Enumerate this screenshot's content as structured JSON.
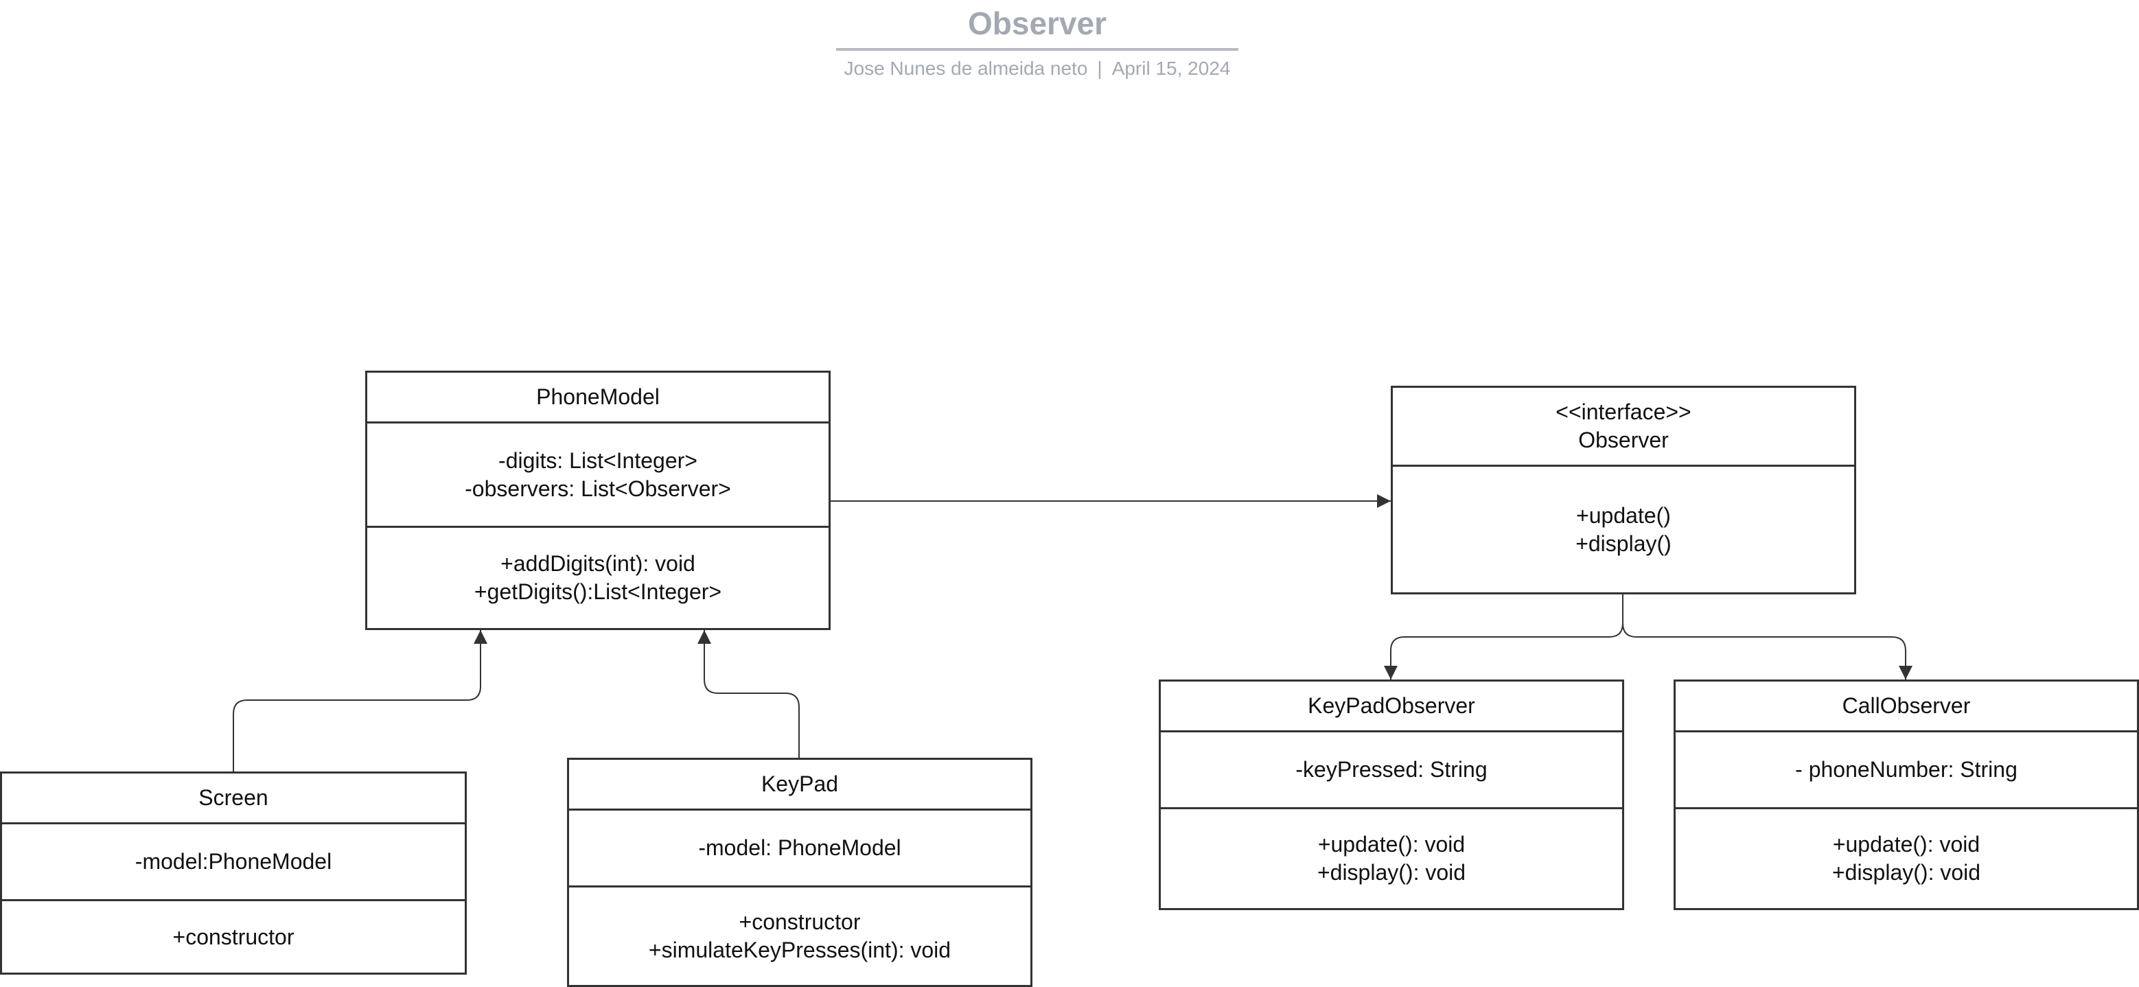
{
  "document": {
    "title": "Observer",
    "author": "Jose Nunes de almeida neto",
    "separator": "|",
    "date": "April 15, 2024"
  },
  "classes": {
    "phone_model": {
      "name": "PhoneModel",
      "attributes": [
        "-digits: List<Integer>",
        "-observers: List<Observer>"
      ],
      "methods": [
        "+addDigits(int): void",
        "+getDigits():List<Integer>"
      ]
    },
    "observer": {
      "stereotype": "<<interface>>",
      "name": "Observer",
      "methods": [
        "+update()",
        "+display()"
      ]
    },
    "screen": {
      "name": "Screen",
      "attributes": [
        "-model:PhoneModel"
      ],
      "methods": [
        "+constructor"
      ]
    },
    "keypad": {
      "name": "KeyPad",
      "attributes": [
        "-model: PhoneModel"
      ],
      "methods": [
        "+constructor",
        "+simulateKeyPresses(int): void"
      ]
    },
    "keypad_observer": {
      "name": "KeyPadObserver",
      "attributes": [
        "-keyPressed: String"
      ],
      "methods": [
        "+update(): void",
        "+display(): void"
      ]
    },
    "call_observer": {
      "name": "CallObserver",
      "attributes": [
        "- phoneNumber: String"
      ],
      "methods": [
        "+update(): void",
        "+display(): void"
      ]
    }
  },
  "colors": {
    "line": "#333333",
    "title": "#a3a9b3"
  }
}
